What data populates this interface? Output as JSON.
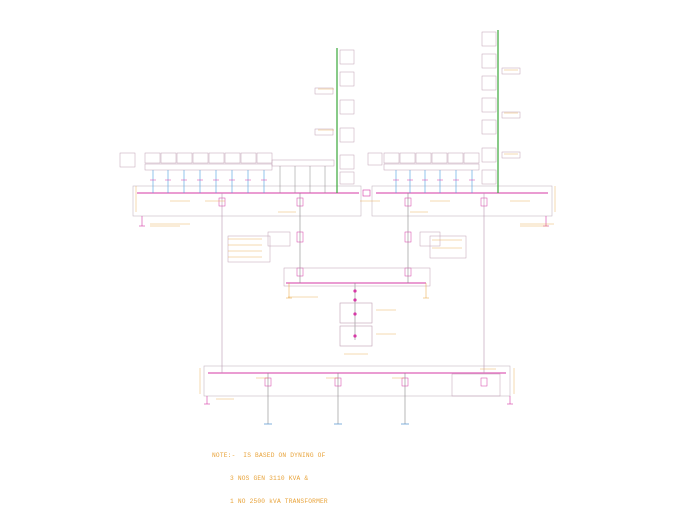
{
  "note": {
    "line1": "NOTE:-  IS BASED ON DYNING OF",
    "line2": "3 NOS GEN 3110 KVA &",
    "line3": "1 NO 2500 kVA TRANSFORMER"
  },
  "colors": {
    "bus": "#d63aa6",
    "feeder": "#4aa0e0",
    "riser": "#3aa83a",
    "label": "#e8a33a",
    "frame": "#c0a0b4",
    "cable": "#888888"
  }
}
